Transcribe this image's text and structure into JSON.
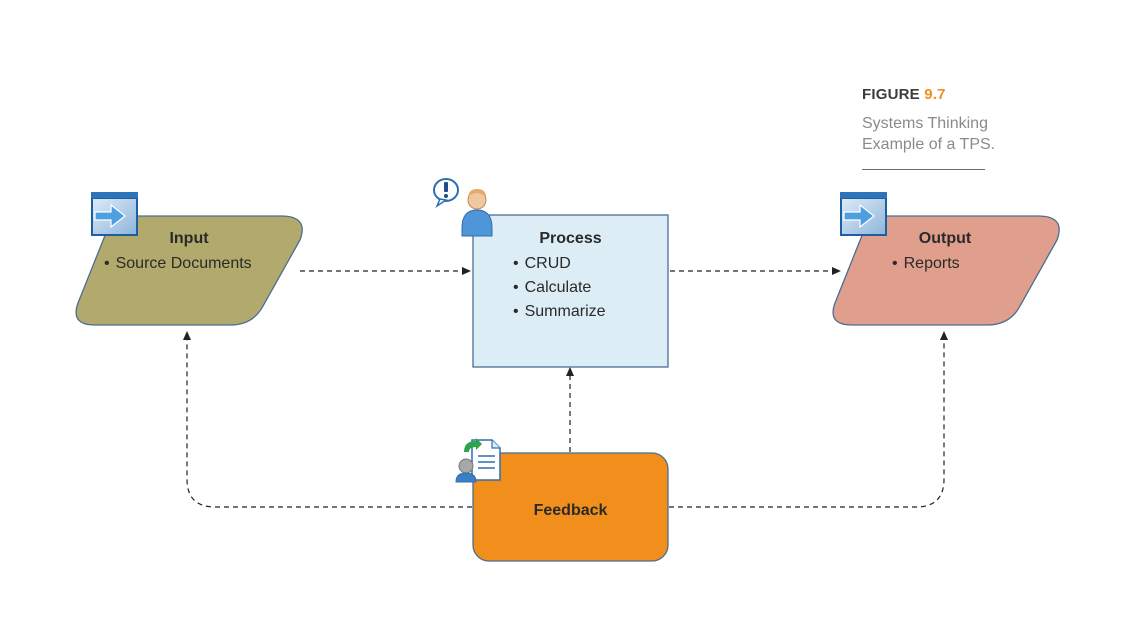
{
  "figure": {
    "label": "FIGURE",
    "number": "9.7",
    "caption": "Systems Thinking Example of a TPS."
  },
  "nodes": {
    "input": {
      "title": "Input",
      "items": [
        "Source Documents"
      ]
    },
    "process": {
      "title": "Process",
      "items": [
        "CRUD",
        "Calculate",
        "Summarize"
      ]
    },
    "output": {
      "title": "Output",
      "items": [
        "Reports"
      ]
    },
    "feedback": {
      "title": "Feedback"
    }
  },
  "icons": {
    "input": "arrow-document-icon",
    "process": "person-alert-icon",
    "output": "arrow-document-icon",
    "feedback": "person-report-icon"
  },
  "colors": {
    "input_fill": "#b2aa6c",
    "process_fill": "#dcedf5",
    "output_fill": "#e09e8c",
    "feedback_fill": "#f28e1b",
    "border": "#4a6e93",
    "accent": "#f0901e"
  }
}
